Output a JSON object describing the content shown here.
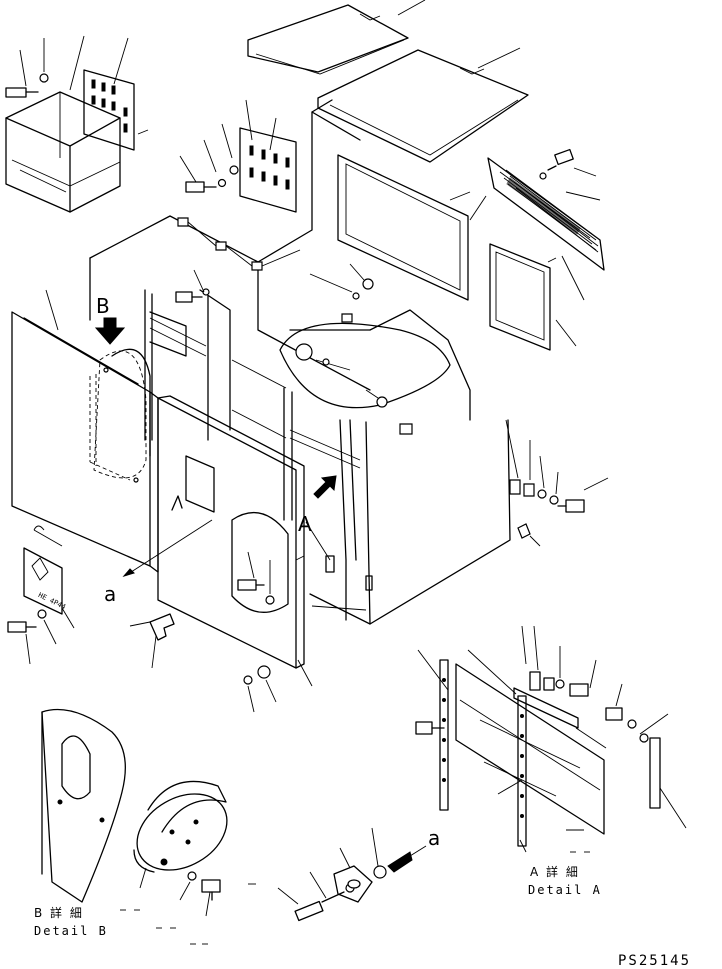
{
  "labels": {
    "view_b_marker": "B",
    "view_a_marker": "A",
    "ref_a_left": "a",
    "ref_a_right": "a",
    "detail_a_jp": "A 詳 細",
    "detail_a_en": "Detail A",
    "detail_b_jp": "B 詳 細",
    "detail_b_en": "Detail B",
    "plate_text": "HE 4P44",
    "drawing_code": "PS25145"
  },
  "icons": [
    "arrow-b-icon",
    "arrow-a-icon",
    "warning-plate-icon"
  ]
}
